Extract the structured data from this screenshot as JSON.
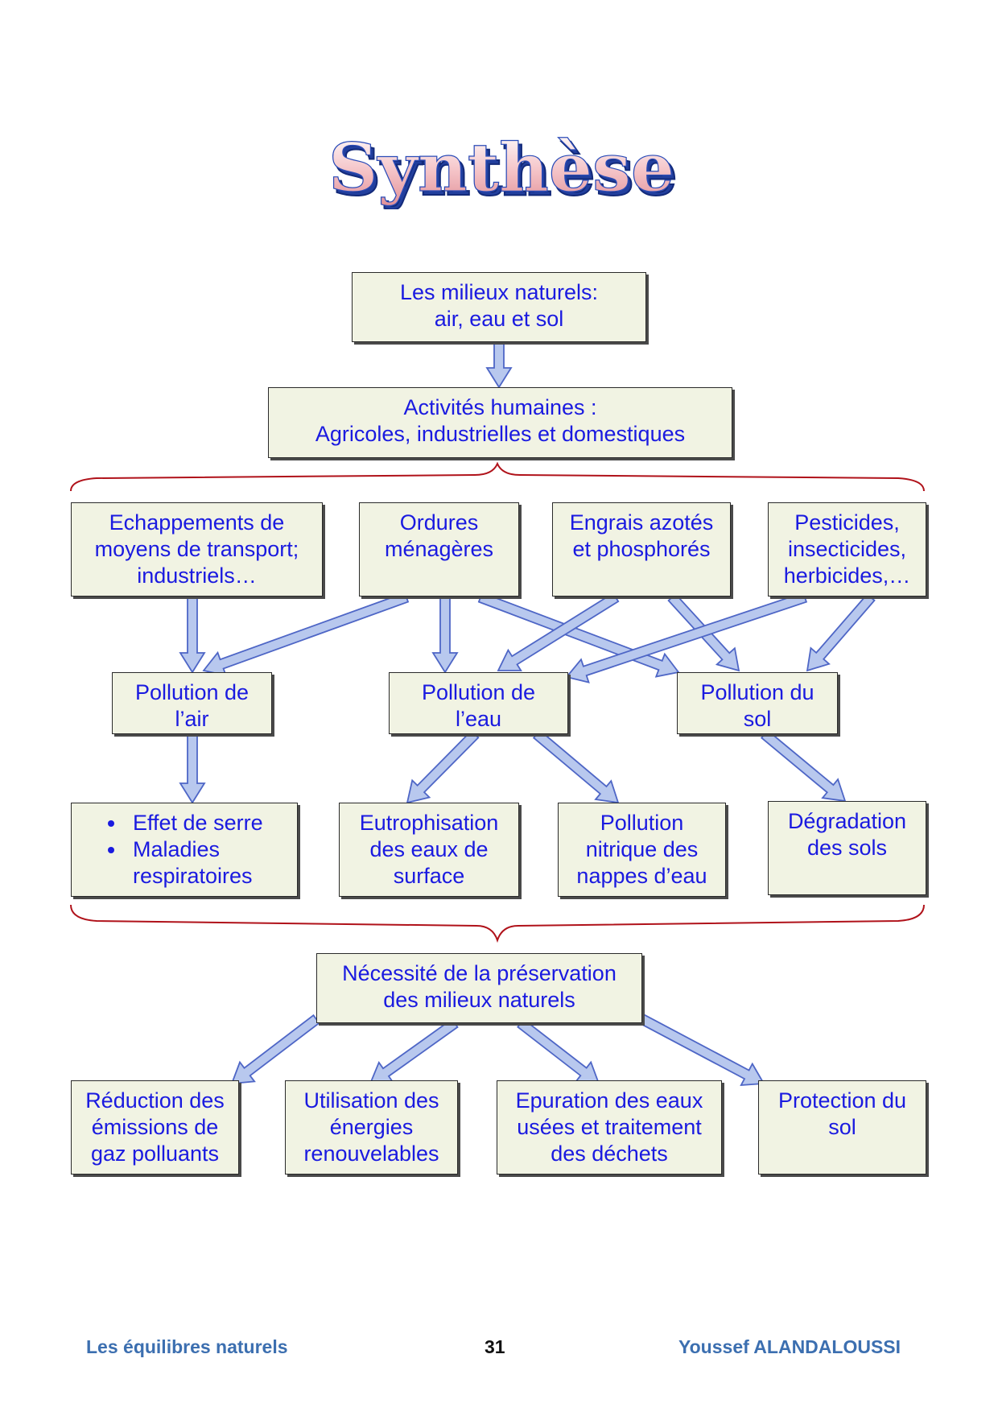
{
  "title": "Synthèse",
  "colors": {
    "text": "#1a1ae0",
    "box_fill": "#f1f3e3",
    "arrow_fill": "#b8c8ee",
    "arrow_stroke": "#4e66c6",
    "brace": "#b0121a",
    "footer": "#3c6fb0"
  },
  "nodes": {
    "milieux": [
      "Les milieux naturels:",
      "air, eau et sol"
    ],
    "activites": [
      "Activités humaines :",
      "Agricoles, industrielles et domestiques"
    ],
    "echappements": [
      "Echappements de",
      "moyens de transport;",
      "industriels…"
    ],
    "ordures": [
      "Ordures",
      "ménagères"
    ],
    "engrais": [
      "Engrais azotés",
      "et phosphorés"
    ],
    "pesticides": [
      "Pesticides,",
      "insecticides,",
      "herbicides,…"
    ],
    "pollution_air": [
      "Pollution de",
      "l’air"
    ],
    "pollution_eau": [
      "Pollution de",
      "l’eau"
    ],
    "pollution_sol": [
      "Pollution du",
      "sol"
    ],
    "effets_air": [
      "Effet de serre",
      "Maladies respiratoires"
    ],
    "eutrophisation": [
      "Eutrophisation",
      "des eaux de",
      "surface"
    ],
    "pollution_nitrique": [
      "Pollution",
      "nitrique des",
      "nappes d’eau"
    ],
    "degradation": [
      "Dégradation",
      "des sols"
    ],
    "necessite": [
      "Nécessité de la préservation",
      "des milieux naturels"
    ],
    "reduction": [
      "Réduction des",
      "émissions de",
      "gaz polluants"
    ],
    "utilisation": [
      "Utilisation des",
      "énergies",
      "renouvelables"
    ],
    "epuration": [
      "Epuration des eaux",
      "usées et traitement",
      "des déchets"
    ],
    "protection": [
      "Protection du",
      "sol"
    ]
  },
  "footer": {
    "left": "Les équilibres naturels",
    "page": "31",
    "author": "Youssef ALANDALOUSSI"
  }
}
